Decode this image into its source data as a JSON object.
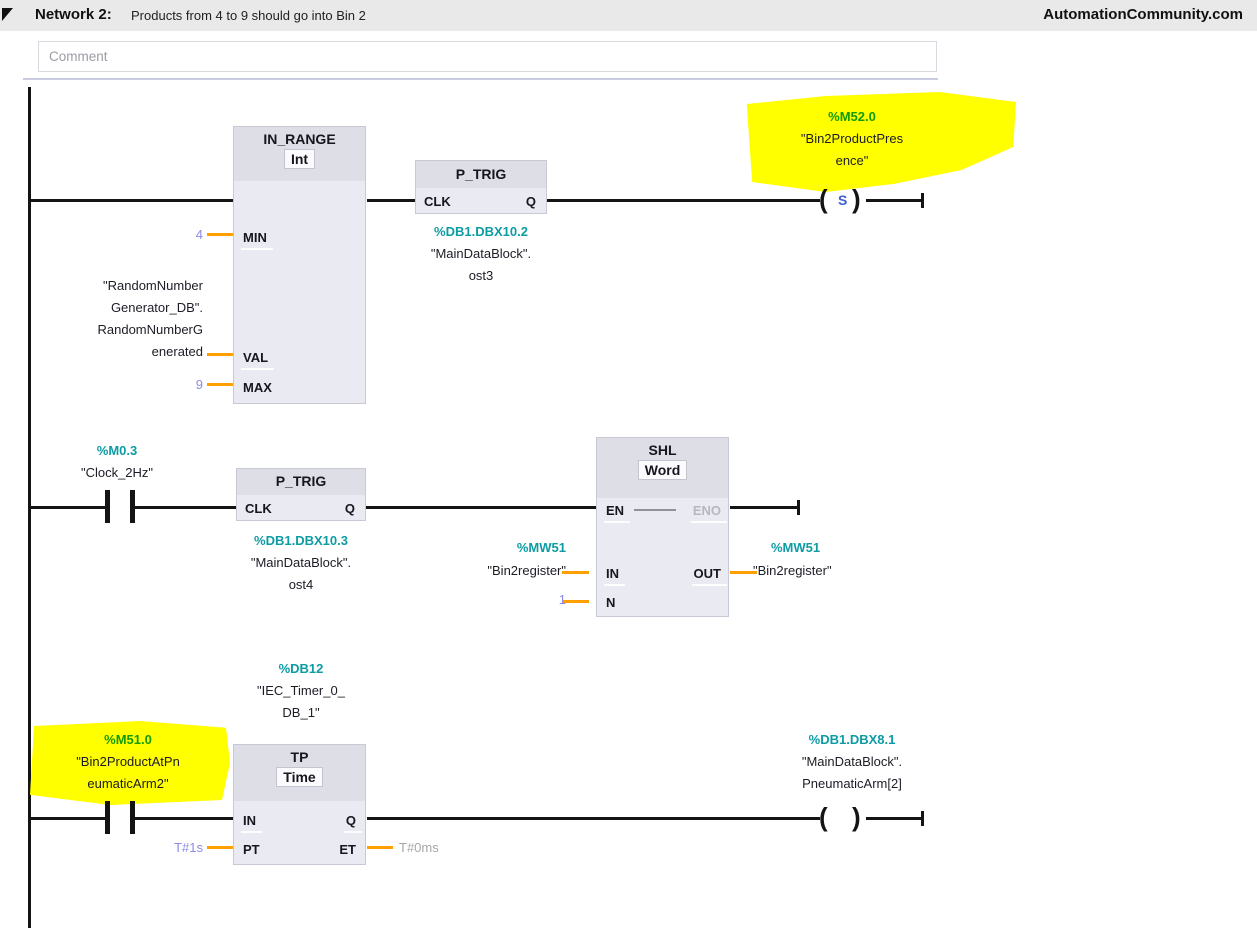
{
  "header": {
    "network_label": "Network 2:",
    "network_desc": "Products from 4 to 9 should go into Bin 2",
    "watermark": "AutomationCommunity.com",
    "comment_placeholder": "Comment"
  },
  "symbols": {
    "coil_open": "(",
    "coil_close": ")",
    "set_label": "S"
  },
  "colors": {
    "teal": "#0D9CA4",
    "green": "#129C00",
    "constant": "#8B8BE8",
    "orange": "#FFA000",
    "gray": "#A6A6A6",
    "dark": "#1C1C26",
    "blue": "#3B5FD9",
    "highlight": "#FFFF00",
    "header_bg": "#DEDEE7",
    "body_bg": "#EAEAF2",
    "wire": "#141414",
    "bar_bg": "#E9E9E9"
  },
  "rung1": {
    "in_range": {
      "title": "IN_RANGE",
      "type": "Int",
      "pin_min": "MIN",
      "pin_val": "VAL",
      "pin_max": "MAX",
      "min_value": "4",
      "max_value": "9",
      "val_operand": [
        "\"RandomNumber",
        "Generator_DB\".",
        "RandomNumberG",
        "enerated"
      ]
    },
    "p_trig": {
      "title": "P_TRIG",
      "pin_clk": "CLK",
      "pin_q": "Q",
      "address": "%DB1.DBX10.2",
      "operand": [
        "\"MainDataBlock\".",
        "ost3"
      ]
    },
    "set_coil": {
      "address": "%M52.0",
      "operand": [
        "\"Bin2ProductPres",
        "ence\""
      ]
    }
  },
  "rung2": {
    "contact": {
      "address": "%M0.3",
      "operand": "\"Clock_2Hz\""
    },
    "p_trig": {
      "title": "P_TRIG",
      "pin_clk": "CLK",
      "pin_q": "Q",
      "address": "%DB1.DBX10.3",
      "operand": [
        "\"MainDataBlock\".",
        "ost4"
      ]
    },
    "shl": {
      "title": "SHL",
      "type": "Word",
      "pin_en": "EN",
      "pin_eno": "ENO",
      "pin_in": "IN",
      "pin_n": "N",
      "pin_out": "OUT",
      "in_address": "%MW51",
      "in_operand": "\"Bin2register\"",
      "n_value": "1",
      "out_address": "%MW51",
      "out_operand": "\"Bin2register\""
    }
  },
  "rung3": {
    "timer_db": {
      "address": "%DB12",
      "operand": [
        "\"IEC_Timer_0_",
        "DB_1\""
      ]
    },
    "contact": {
      "address": "%M51.0",
      "operand": [
        "\"Bin2ProductAtPn",
        "eumaticArm2\""
      ]
    },
    "tp": {
      "title": "TP",
      "type": "Time",
      "pin_in": "IN",
      "pin_q": "Q",
      "pin_pt": "PT",
      "pin_et": "ET",
      "pt_value": "T#1s",
      "et_value": "T#0ms"
    },
    "coil": {
      "address": "%DB1.DBX8.1",
      "operand": [
        "\"MainDataBlock\".",
        "PneumaticArm[2]"
      ]
    }
  }
}
